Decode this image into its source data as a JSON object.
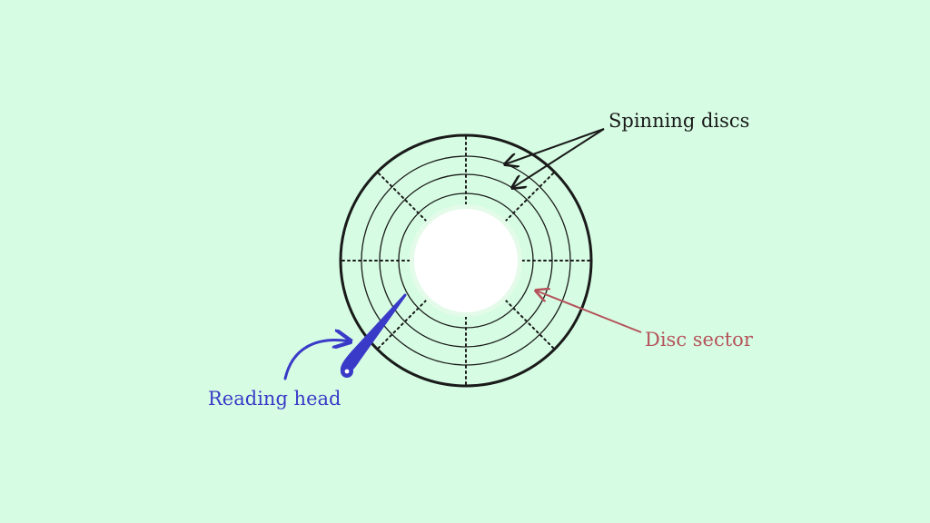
{
  "labels": {
    "spinning_discs": "Spinning discs",
    "disc_sector": "Disc sector",
    "reading_head": "Reading head"
  },
  "colors": {
    "background": "#d6fde3",
    "disc_outline": "#1a1a1a",
    "sector_annotation": "#b5525b",
    "reading_head": "#3a3ac8",
    "spindle_hole": "#ffffff",
    "spindle_ring": "#e4fbea"
  }
}
